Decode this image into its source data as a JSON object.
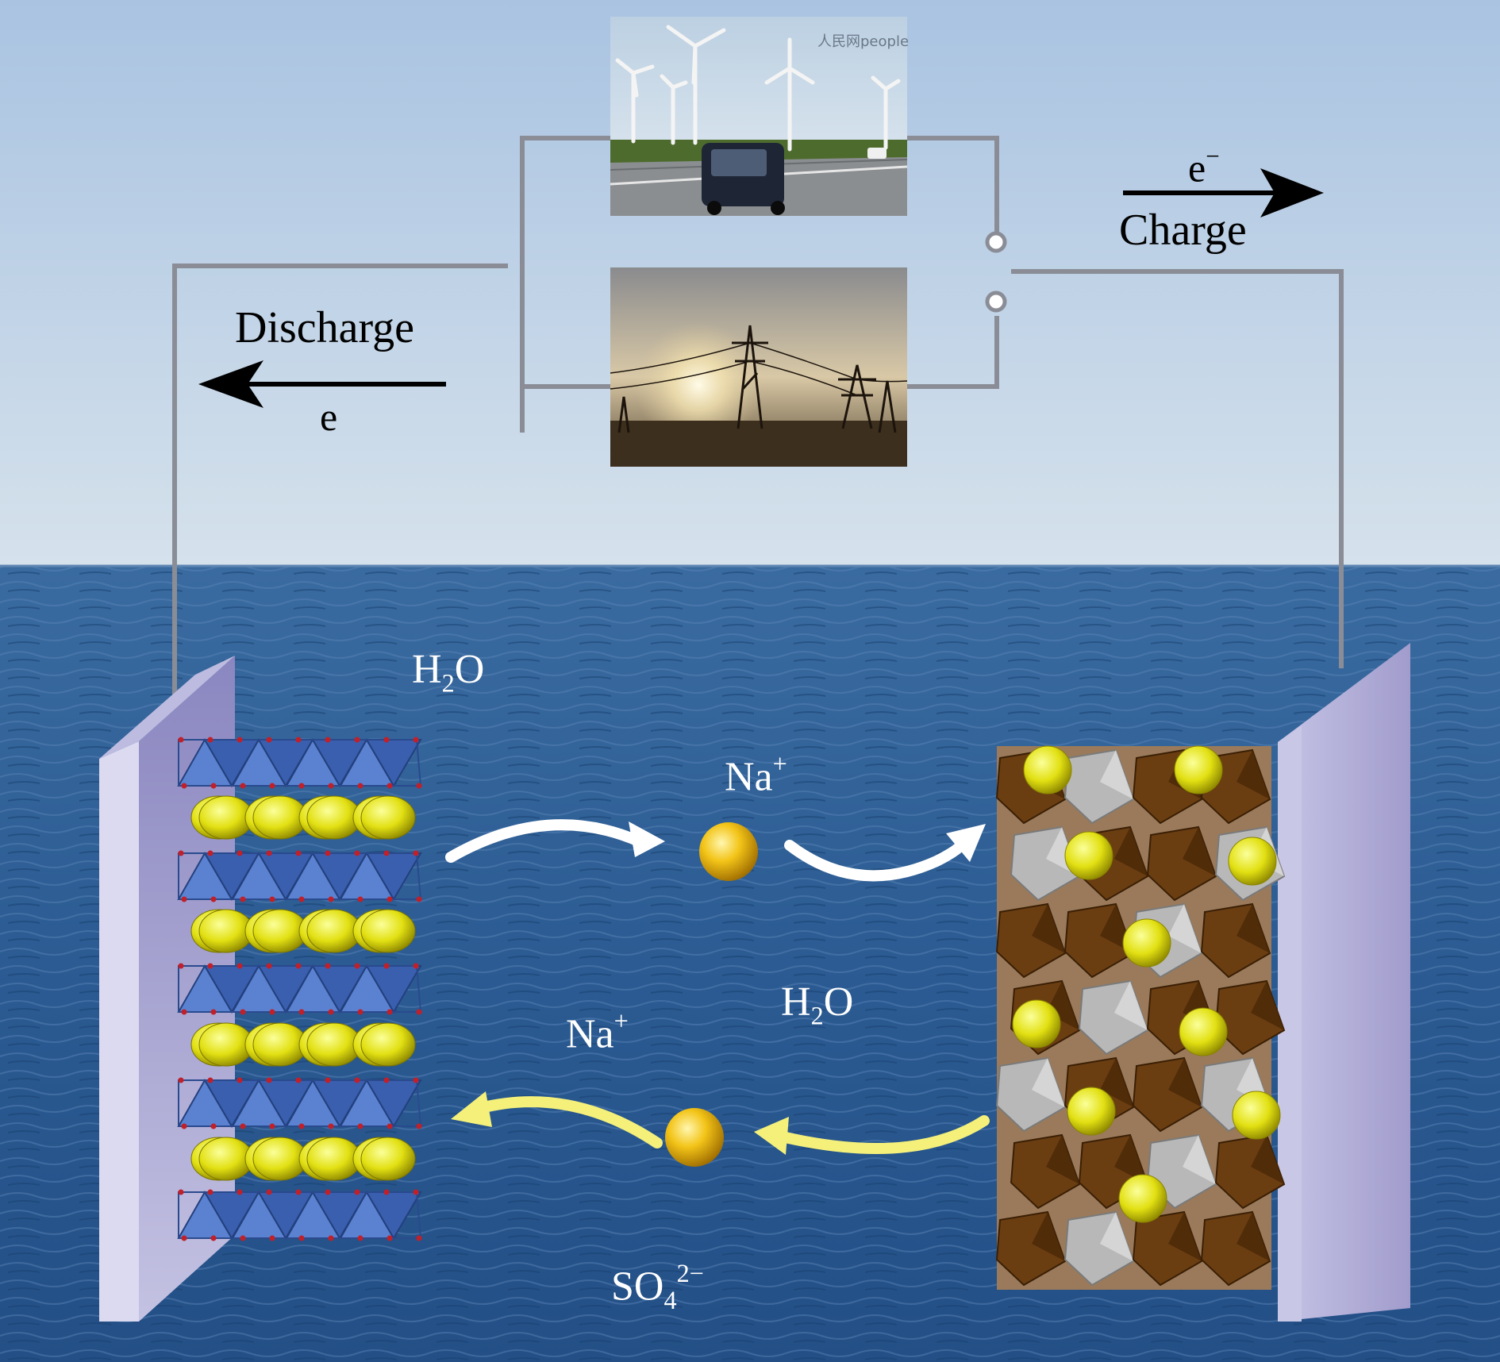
{
  "labels": {
    "charge": {
      "top": "e",
      "top_sup": "−",
      "bottom": "Charge"
    },
    "discharge": {
      "top": "Discharge",
      "bottom": "e"
    },
    "water_top": {
      "base": "H",
      "sub": "2",
      "tail": "O"
    },
    "water_mid": {
      "base": "H",
      "sub": "2",
      "tail": "O"
    },
    "sodium_top": {
      "base": "Na",
      "sup": "+"
    },
    "sodium_bottom": {
      "base": "Na",
      "sup": "+"
    },
    "sulfate": {
      "base": "SO",
      "sub": "4",
      "sup": "2−"
    }
  },
  "photos": {
    "wind_farm": {
      "watermark": "人民网people"
    }
  },
  "colors": {
    "sky_top": "#a9c3e1",
    "sky_bottom": "#d3e0ea",
    "sea_top": "#35669c",
    "sea_bottom": "#1e4a80",
    "wire": "#8a8d96",
    "electrode": "#a9a6d2",
    "sodium_ion": "#f2c21a",
    "layered_sheet": "#4a70c0",
    "framework_brown": "#6a3d12",
    "framework_grey": "#b5b5b5",
    "discharge_path": "#f4f07a",
    "charge_path": "#ffffff"
  }
}
